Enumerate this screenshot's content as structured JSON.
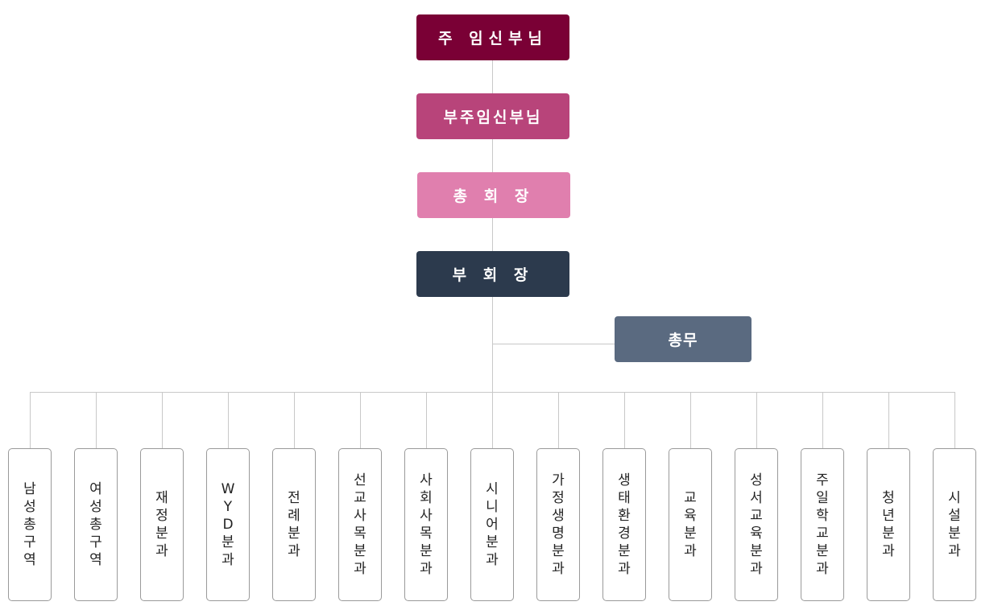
{
  "hierarchy": {
    "pastor": {
      "label": "주 임신부님",
      "color": "#7a0035"
    },
    "assistant_pastor": {
      "label": "부주임신부님",
      "color": "#b8447a"
    },
    "president": {
      "label": "총 회 장",
      "color": "#e07fae"
    },
    "vice_president": {
      "label": "부 회 장",
      "color": "#2c3a4d"
    }
  },
  "staff": {
    "label": "총무",
    "color": "#5a6a80"
  },
  "line_color": "#c8c8c8",
  "departments": [
    "남성총구역",
    "여성총구역",
    "재정분과",
    "WYD분과",
    "전례분과",
    "선교사목분과",
    "사회사목분과",
    "시니어분과",
    "가정생명분과",
    "생태환경분과",
    "교육분과",
    "성서교육분과",
    "주일학교분과",
    "청년분과",
    "시설분과"
  ]
}
